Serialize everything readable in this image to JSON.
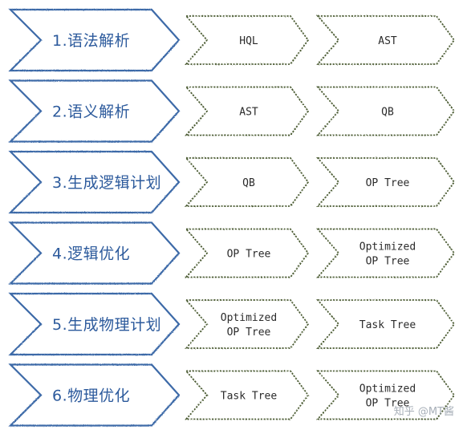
{
  "colors": {
    "stage_stroke": "#3d6aa8",
    "stage_text": "#2c5a9c",
    "cell_stroke": "#4a5a30",
    "cell_text": "#2b2b2b",
    "background": "#ffffff"
  },
  "rows": [
    {
      "stage": "1.语法解析",
      "input": [
        "HQL"
      ],
      "output": [
        "AST"
      ]
    },
    {
      "stage": "2.语义解析",
      "input": [
        "AST"
      ],
      "output": [
        "QB"
      ]
    },
    {
      "stage": "3.生成逻辑计划",
      "input": [
        "QB"
      ],
      "output": [
        "OP Tree"
      ]
    },
    {
      "stage": "4.逻辑优化",
      "input": [
        "OP Tree"
      ],
      "output": [
        "Optimized",
        "OP Tree"
      ]
    },
    {
      "stage": "5.生成物理计划",
      "input": [
        "Optimized",
        "OP Tree"
      ],
      "output": [
        "Task Tree"
      ]
    },
    {
      "stage": "6.物理优化",
      "input": [
        "Task Tree"
      ],
      "output": [
        "Optimized",
        "OP Tree"
      ]
    }
  ],
  "watermark": "知乎 @MT酱"
}
